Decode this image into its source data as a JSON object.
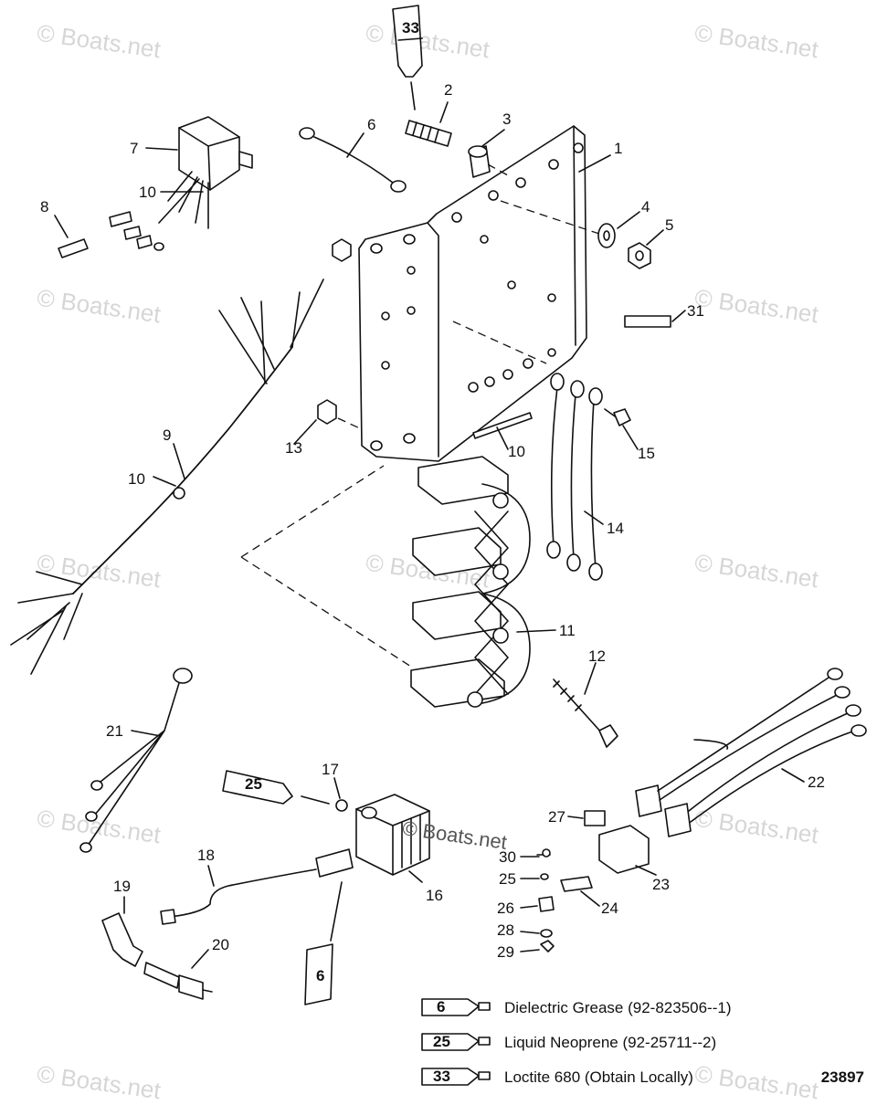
{
  "watermark": "© Boats.net",
  "callouts": [
    "1",
    "2",
    "3",
    "4",
    "5",
    "6",
    "7",
    "8",
    "9",
    "10",
    "11",
    "12",
    "13",
    "14",
    "15",
    "16",
    "17",
    "18",
    "19",
    "20",
    "21",
    "22",
    "23",
    "24",
    "25",
    "26",
    "27",
    "28",
    "29",
    "30",
    "31"
  ],
  "tube_labels": {
    "t33": "33",
    "t25": "25",
    "t6": "6"
  },
  "legend": [
    {
      "code": "6",
      "text": "Dielectric Grease (92-823506--1)"
    },
    {
      "code": "25",
      "text": "Liquid Neoprene (92-25711--2)"
    },
    {
      "code": "33",
      "text": "Loctite 680 (Obtain Locally)"
    }
  ],
  "figure_number": "23897",
  "overlay_watermark": "© Boats.net"
}
